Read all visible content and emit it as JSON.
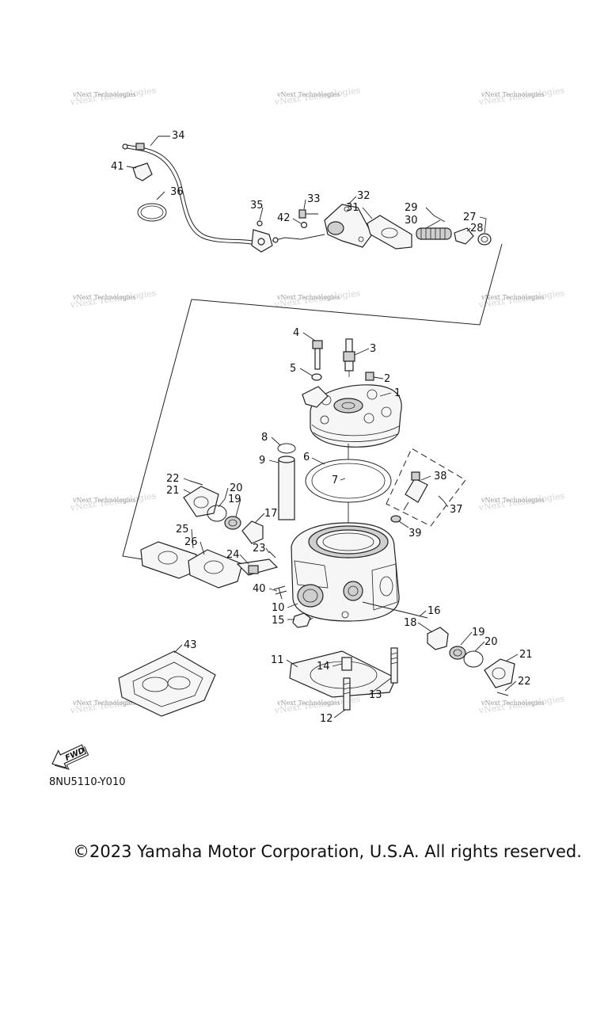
{
  "watermark": {
    "text": "vNext Technologies"
  },
  "callouts": [
    "1",
    "2",
    "3",
    "4",
    "5",
    "6",
    "7",
    "8",
    "9",
    "10",
    "11",
    "12",
    "13",
    "14",
    "15",
    "16",
    "17",
    "18",
    "19",
    "20",
    "21",
    "22",
    "23",
    "24",
    "25",
    "26",
    "27",
    "28",
    "29",
    "30",
    "31",
    "32",
    "33",
    "34",
    "35",
    "36",
    "37",
    "38",
    "39",
    "40",
    "41",
    "42",
    "43",
    "19",
    "20",
    "21",
    "22"
  ],
  "fwd_label": "FWD",
  "diagram_code": "8NU5110-Y010",
  "copyright": "©2023 Yamaha Motor Corporation, U.S.A. All rights reserved."
}
